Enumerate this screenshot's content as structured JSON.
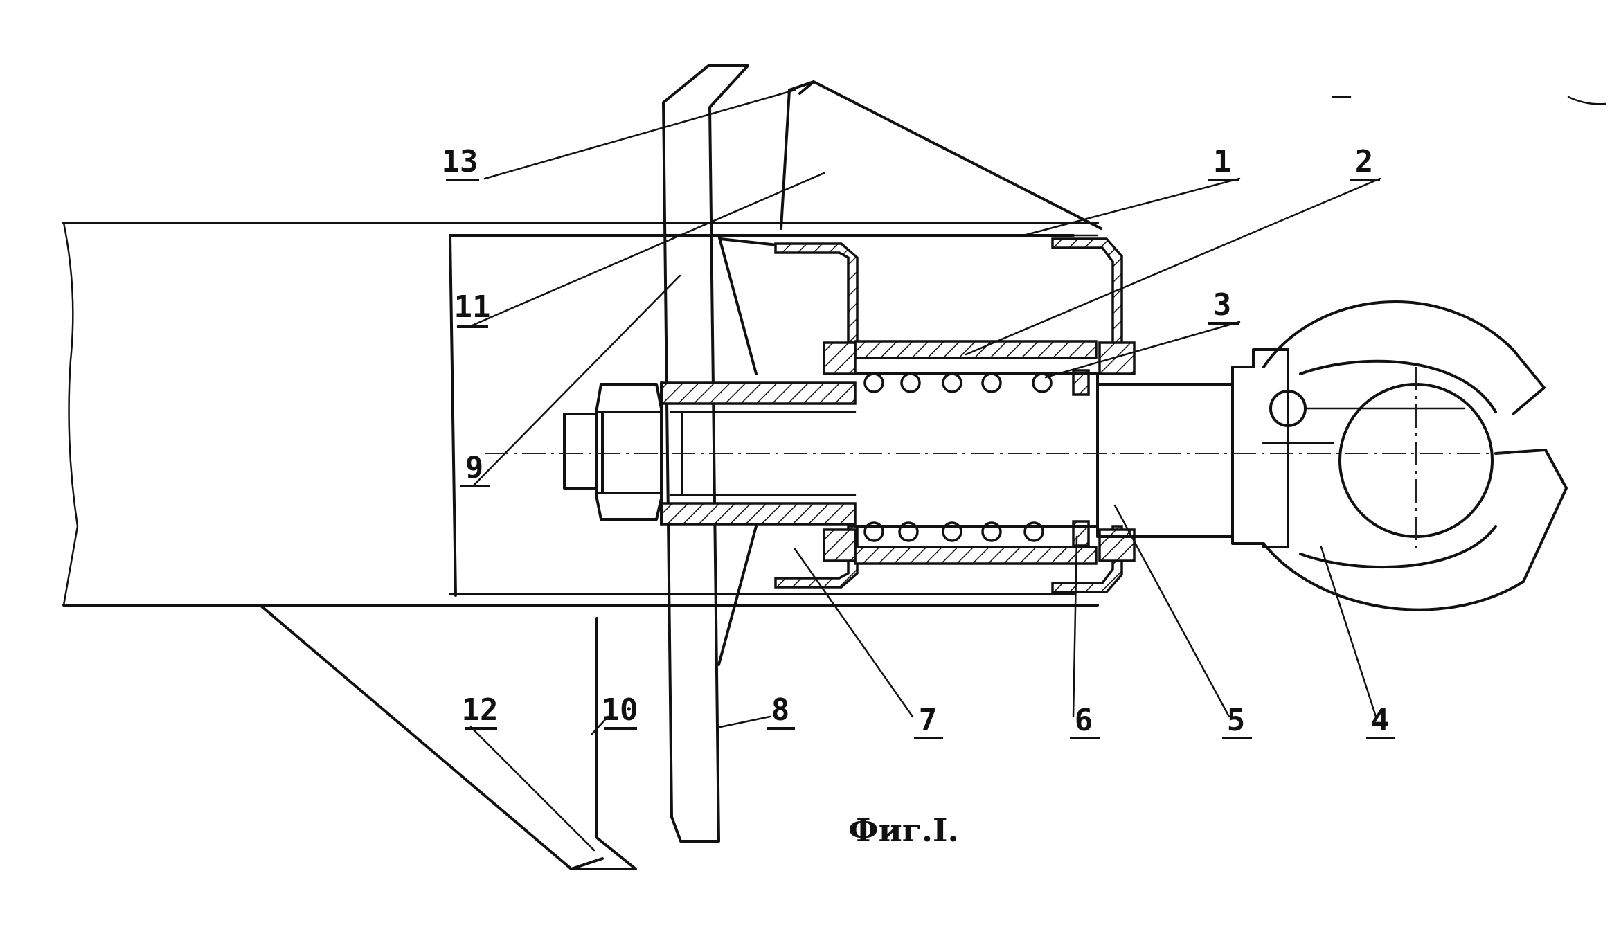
{
  "figure": {
    "caption": "Фиг.I.",
    "labels": [
      {
        "id": "1",
        "text": "1"
      },
      {
        "id": "2",
        "text": "2"
      },
      {
        "id": "3",
        "text": "3"
      },
      {
        "id": "4",
        "text": "4"
      },
      {
        "id": "5",
        "text": "5"
      },
      {
        "id": "6",
        "text": "6"
      },
      {
        "id": "7",
        "text": "7"
      },
      {
        "id": "8",
        "text": "8"
      },
      {
        "id": "9",
        "text": "9"
      },
      {
        "id": "10",
        "text": "10"
      },
      {
        "id": "11",
        "text": "11"
      },
      {
        "id": "12",
        "text": "12"
      },
      {
        "id": "13",
        "text": "13"
      }
    ]
  }
}
